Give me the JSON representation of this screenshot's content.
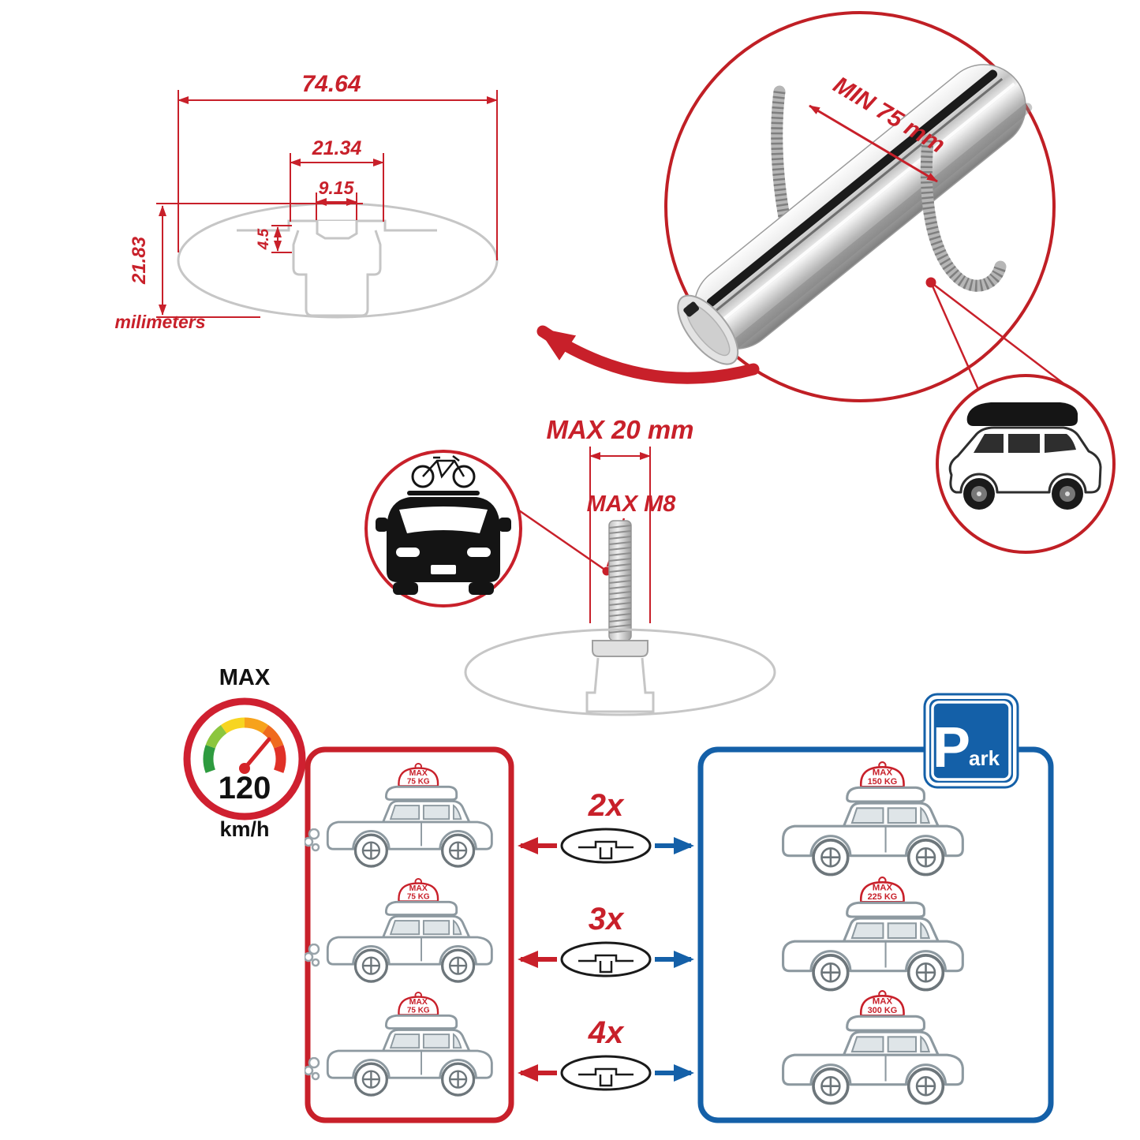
{
  "accent_colors": {
    "red": "#c8202a",
    "blue": "#1460a8",
    "gray": "#c6c6c6"
  },
  "profile_dims": {
    "total_width": "74.64",
    "outer_slot": "21.34",
    "inner_slot": "9.15",
    "slot_depth": "4.5",
    "total_height": "21.83",
    "units": "milimeters"
  },
  "crossbar_callout": {
    "min_span": "MIN 75 mm"
  },
  "bolt_callout": {
    "max_width": "MAX 20 mm",
    "max_thread": "MAX M8"
  },
  "speed_limit": {
    "label": "MAX",
    "value": "120",
    "unit": "km/h"
  },
  "driving_panel": {
    "cars": [
      {
        "tag_max": "MAX",
        "tag_weight": "75 KG"
      },
      {
        "tag_max": "MAX",
        "tag_weight": "75 KG"
      },
      {
        "tag_max": "MAX",
        "tag_weight": "75 KG"
      }
    ]
  },
  "bar_counts": {
    "row1": "2x",
    "row2": "3x",
    "row3": "4x"
  },
  "parked_panel": {
    "park_p": "P",
    "park_ark": "ark",
    "cars": [
      {
        "tag_max": "MAX",
        "tag_weight": "150 KG"
      },
      {
        "tag_max": "MAX",
        "tag_weight": "225 KG"
      },
      {
        "tag_max": "MAX",
        "tag_weight": "300 KG"
      }
    ]
  }
}
